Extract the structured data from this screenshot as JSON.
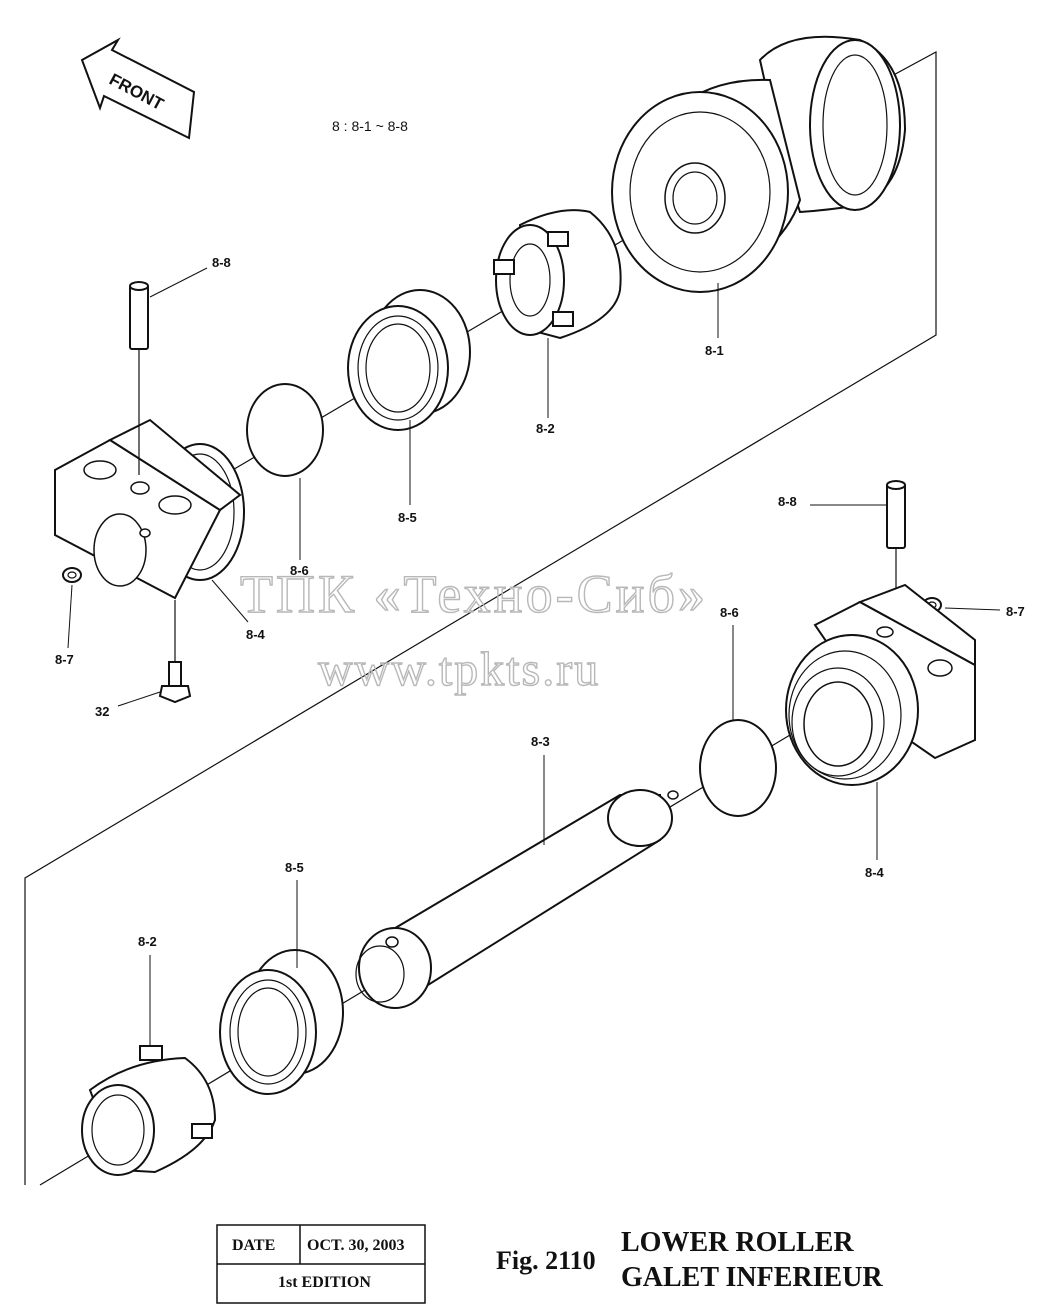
{
  "front_label": "FRONT",
  "spec": "8 : 8-1 ~ 8-8",
  "callouts": [
    "8-8",
    "8-1",
    "8-2",
    "8-5",
    "8-6",
    "8-4",
    "8-7",
    "32",
    "8-8",
    "8-6",
    "8-7",
    "8-3",
    "8-4",
    "8-5",
    "8-2"
  ],
  "watermark": {
    "line1": "ТПК «Техно-Сиб»",
    "line2": "www.tpkts.ru"
  },
  "title_block": {
    "date_label": "DATE",
    "date_value": "OCT. 30, 2003",
    "edition": "1st EDITION"
  },
  "figure": {
    "number": "Fig. 2110",
    "title_en": "LOWER ROLLER",
    "title_fr": "GALET INFERIEUR"
  }
}
